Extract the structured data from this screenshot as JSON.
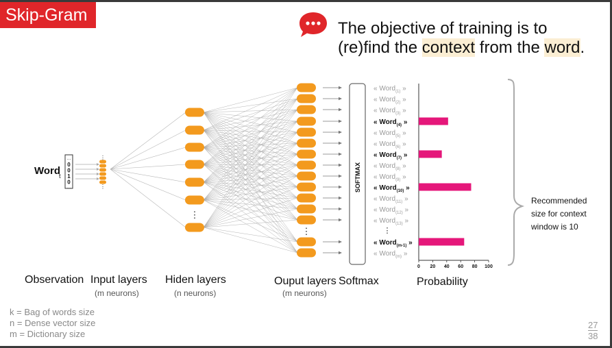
{
  "slide": {
    "title": "Skip-Gram",
    "objective": {
      "part1": "The objective of training is to",
      "part2": "(re)find the ",
      "highlight1": "context",
      "part3": " from the ",
      "highlight2": "word",
      "part4": "."
    },
    "page_current": "27",
    "page_total": "38"
  },
  "diagram": {
    "input_word": "Word",
    "input_word_sub": "t",
    "one_hot_top": "...",
    "one_hot_values": [
      "0",
      "0",
      "1",
      "0"
    ],
    "one_hot_bottom": "...",
    "softmax_label": "SOFTMAX",
    "output_words": [
      {
        "text": "« Word",
        "sub": "(1)",
        "close": " »",
        "bold": false
      },
      {
        "text": "« Word",
        "sub": "(2)",
        "close": " »",
        "bold": false
      },
      {
        "text": "« Word",
        "sub": "(3)",
        "close": " »",
        "bold": false
      },
      {
        "text": "« Word",
        "sub": "(4)",
        "close": " »",
        "bold": true
      },
      {
        "text": "« Word",
        "sub": "(5)",
        "close": " »",
        "bold": false
      },
      {
        "text": "« Word",
        "sub": "(6)",
        "close": " »",
        "bold": false
      },
      {
        "text": "« Word",
        "sub": "(7)",
        "close": " »",
        "bold": true
      },
      {
        "text": "« Word",
        "sub": "(8)",
        "close": " »",
        "bold": false
      },
      {
        "text": "« Word",
        "sub": "(9)",
        "close": " »",
        "bold": false
      },
      {
        "text": "« Word",
        "sub": "(10)",
        "close": " »",
        "bold": true
      },
      {
        "text": "« Word",
        "sub": "(11)",
        "close": " »",
        "bold": false
      },
      {
        "text": "« Word",
        "sub": "(12)",
        "close": " »",
        "bold": false
      },
      {
        "text": "« Word",
        "sub": "(13)",
        "close": " »",
        "bold": false
      },
      {
        "text": "« Word",
        "sub": "(m-1)",
        "close": " »",
        "bold": true
      },
      {
        "text": "« Word",
        "sub": "(m)",
        "close": " »",
        "bold": false
      }
    ],
    "ellipsis": "⋮",
    "layer_labels": {
      "observation": "Observation",
      "input": "Input layers",
      "input_sub": "(m neurons)",
      "hidden": "Hiden layers",
      "hidden_sub": "(n neurons)",
      "output": "Ouput layers",
      "output_sub": "(m neurons)",
      "softmax": "Softmax",
      "probability": "Probability"
    },
    "recommendation": [
      "Recommended",
      "size for context",
      "window is 10"
    ],
    "legend": [
      "k = Bag of words size",
      "n = Dense vector size",
      "m = Dictionary size"
    ]
  },
  "colors": {
    "title_bg": "#e0262a",
    "neuron": "#f39a1e",
    "bar": "#e5177a",
    "highlight": "#fbeed3",
    "speech_bubble": "#e0262a"
  },
  "icons": [
    "speech-bubble-icon"
  ],
  "chart_data": {
    "type": "bar",
    "orientation": "horizontal",
    "xlabel": "Probability",
    "xlim": [
      0,
      100
    ],
    "xticks": [
      "0",
      "20",
      "40",
      "60",
      "80",
      "100"
    ],
    "bars": [
      {
        "word_index": 3,
        "value": 42
      },
      {
        "word_index": 6,
        "value": 33
      },
      {
        "word_index": 9,
        "value": 75
      },
      {
        "word_index": 13,
        "value": 65
      }
    ]
  }
}
